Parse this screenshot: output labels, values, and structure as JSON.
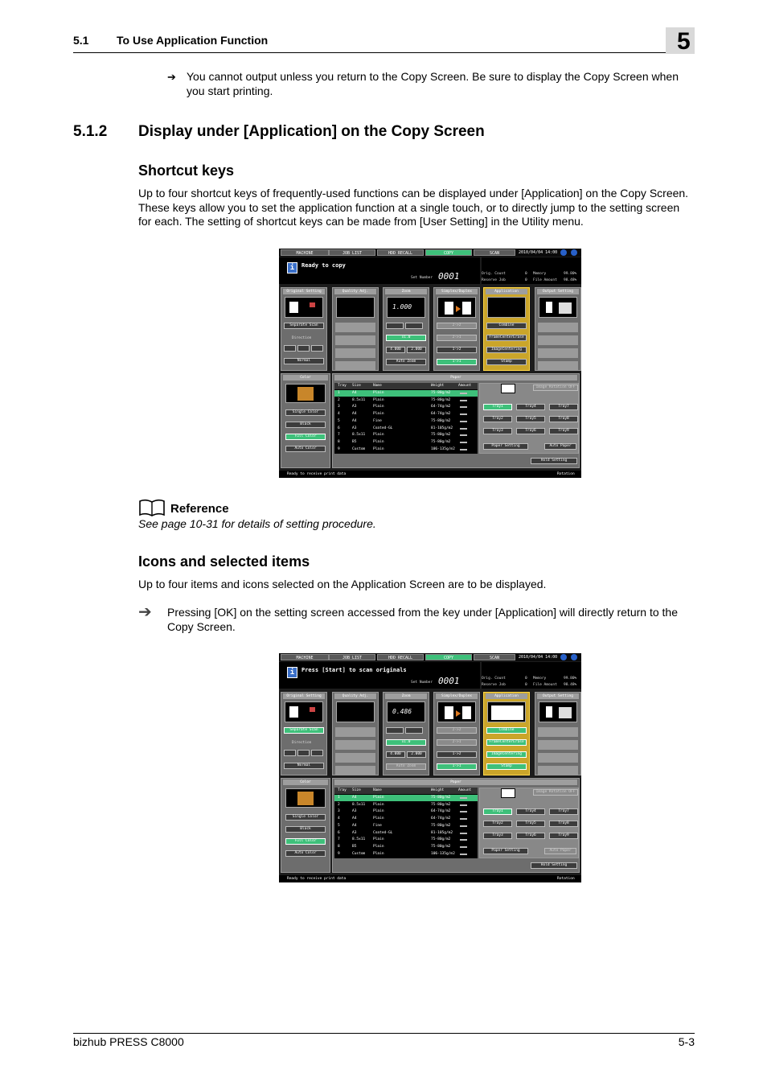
{
  "header": {
    "section_number": "5.1",
    "section_title": "To Use Application Function",
    "chapter": "5"
  },
  "note": {
    "arrow": "➔",
    "text": "You cannot output unless you return to the Copy Screen. Be sure to display the Copy Screen when you start printing."
  },
  "section": {
    "number": "5.1.2",
    "title": "Display under [Application] on the Copy Screen"
  },
  "shortcut": {
    "heading": "Shortcut keys",
    "text": "Up to four shortcut keys of frequently-used functions can be displayed under [Application] on the Copy Screen. These keys allow you to set the application function at a single touch, or to directly jump to the setting screen for each. The setting of shortcut keys can be made from [User Setting] in the Utility menu."
  },
  "reference": {
    "label": "Reference",
    "text": "See page 10-31 for details of setting procedure."
  },
  "icons": {
    "heading": "Icons and selected items",
    "text": "Up to four items and icons selected on the Application Screen are to be displayed.",
    "arrow": "➔",
    "step": "Pressing [OK] on the setting screen accessed from the key under [Application] will directly return to the Copy Screen."
  },
  "screens": [
    {
      "tabs": [
        "MACHINE",
        "JOB LIST",
        "HDD RECALL",
        "COPY",
        "SCAN"
      ],
      "date": "2010/04/04 14:00",
      "message": "Ready to copy",
      "set_number_label": "Set Number",
      "set_number": "0001",
      "info": [
        "Orig. Count",
        "0",
        "Memory",
        "99.80%",
        "Reserve Job",
        "0",
        "File Amount",
        "98.48%"
      ],
      "panels": [
        "Original Setting",
        "Quality Adj.",
        "Zoom",
        "Simplex/Duplex",
        "Application",
        "Output Setting"
      ],
      "zoom_value": "1.000",
      "original_buttons": [
        "Separate Scan",
        "Direction",
        "Normal"
      ],
      "zoom_buttons": [
        "x1.0",
        "4.000",
        "2.000",
        "Auto Zoom"
      ],
      "duplex_buttons": [
        "2->2",
        "2->1",
        "1->2",
        "1->1"
      ],
      "app_buttons": [
        "Combine",
        "FrameCenterErase",
        "ImageCentering",
        "Stamp"
      ],
      "color_label": "Color",
      "color_buttons": [
        "Single Color",
        "Black",
        "Full Color",
        "Auto Color"
      ],
      "paper_label": "Paper",
      "paper_headers": [
        "Tray",
        "Size",
        "Name",
        "Weight",
        "Amount"
      ],
      "paper_rows": [
        [
          "1",
          "A4",
          "Plain",
          "75-80g/m2"
        ],
        [
          "2",
          "8.5x11",
          "Plain",
          "75-80g/m2"
        ],
        [
          "3",
          "A3",
          "Plain",
          "64-74g/m2"
        ],
        [
          "4",
          "A4",
          "Plain",
          "64-74g/m2"
        ],
        [
          "5",
          "A4",
          "Fine",
          "75-80g/m2"
        ],
        [
          "6",
          "A3",
          "Coated-GL",
          "81-105g/m2"
        ],
        [
          "7",
          "8.5x11",
          "Plain",
          "75-80g/m2"
        ],
        [
          "8",
          "B5",
          "Plain",
          "75-80g/m2"
        ],
        [
          "9",
          "Custom",
          "Plain",
          "106-135g/m2"
        ]
      ],
      "image_rotation": "Image Rotation OFF",
      "tray_buttons": [
        "Tray1",
        "Tray4",
        "Tray7",
        "Tray2",
        "Tray5",
        "Tray8",
        "Tray3",
        "Tray6",
        "Tray9"
      ],
      "paper_setting": "Paper Setting",
      "auto_paper": "Auto Paper",
      "hold_setting": "Hold Setting",
      "status": "Ready to receive print data",
      "rotation": "Rotation"
    },
    {
      "tabs": [
        "MACHINE",
        "JOB LIST",
        "HDD RECALL",
        "COPY",
        "SCAN"
      ],
      "date": "2010/04/04 14:00",
      "message": "Press [Start] to scan originals",
      "set_number_label": "Set Number",
      "set_number": "0001",
      "info": [
        "Orig. Count",
        "0",
        "Memory",
        "99.80%",
        "Reserve Job",
        "0",
        "File Amount",
        "98.48%"
      ],
      "panels": [
        "Original Setting",
        "Quality Adj.",
        "Zoom",
        "Simplex/Duplex",
        "Application",
        "Output Setting"
      ],
      "zoom_value": "0.486",
      "original_buttons": [
        "Separate Scan",
        "Direction",
        "Normal"
      ],
      "zoom_buttons": [
        "x1.0",
        "4.000",
        "2.000",
        "Auto Zoom"
      ],
      "duplex_buttons": [
        "2->2",
        "2->1",
        "1->2",
        "1->1"
      ],
      "app_buttons": [
        "Combine",
        "FrameCenterErase",
        "ImageCentering",
        "Stamp"
      ],
      "color_label": "Color",
      "color_buttons": [
        "Single Color",
        "Black",
        "Full Color",
        "Auto Color"
      ],
      "paper_label": "Paper",
      "paper_headers": [
        "Tray",
        "Size",
        "Name",
        "Weight",
        "Amount"
      ],
      "paper_rows": [
        [
          "1",
          "A4",
          "Plain",
          "75-80g/m2"
        ],
        [
          "2",
          "8.5x11",
          "Plain",
          "75-80g/m2"
        ],
        [
          "3",
          "A3",
          "Plain",
          "64-74g/m2"
        ],
        [
          "4",
          "A4",
          "Plain",
          "64-74g/m2"
        ],
        [
          "5",
          "A4",
          "Fine",
          "75-80g/m2"
        ],
        [
          "6",
          "A3",
          "Coated-GL",
          "81-105g/m2"
        ],
        [
          "7",
          "8.5x11",
          "Plain",
          "75-80g/m2"
        ],
        [
          "8",
          "B5",
          "Plain",
          "75-80g/m2"
        ],
        [
          "9",
          "Custom",
          "Plain",
          "106-135g/m2"
        ]
      ],
      "image_rotation": "Image Rotation OFF",
      "tray_buttons": [
        "Tray1",
        "Tray4",
        "Tray7",
        "Tray2",
        "Tray5",
        "Tray8",
        "Tray3",
        "Tray6",
        "Tray9"
      ],
      "paper_setting": "Paper Setting",
      "auto_paper": "Auto Paper",
      "hold_setting": "Hold Setting",
      "status": "Ready to receive print data",
      "rotation": "Rotation"
    }
  ],
  "footer": {
    "product": "bizhub PRESS C8000",
    "page": "5-3"
  }
}
